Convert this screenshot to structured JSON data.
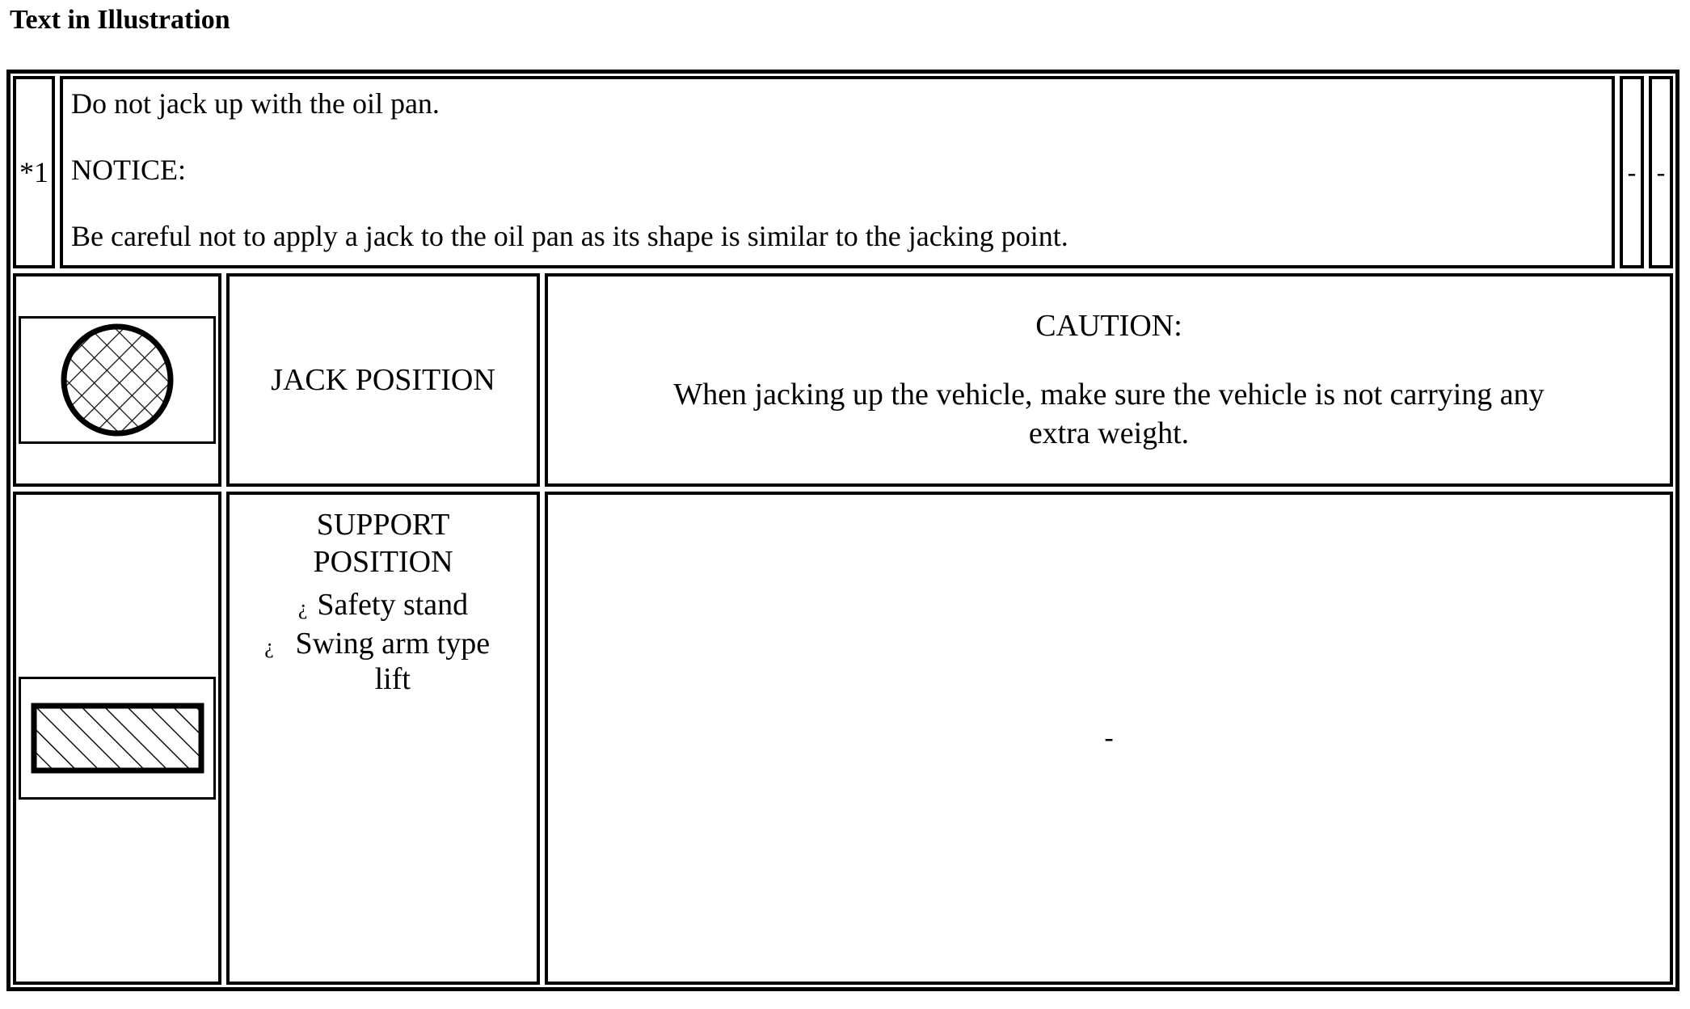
{
  "page": {
    "title": "Text in Illustration"
  },
  "table": {
    "row1": {
      "ref_label": "*1",
      "lines": [
        "Do not jack up with the oil pan.",
        "NOTICE:",
        "Be careful not to apply a jack to the oil pan as its shape is similar to the jacking point."
      ],
      "narrow_cells": [
        "-",
        "-"
      ]
    },
    "row2": {
      "icon": "jack-position-circle-hatch-icon",
      "label": "JACK POSITION",
      "caution_heading": "CAUTION:",
      "caution_body": "When jacking up the vehicle, make sure the vehicle is not carrying any extra weight."
    },
    "row3": {
      "icon": "support-position-rect-hatch-icon",
      "title_line1": "SUPPORT",
      "title_line2": "POSITION",
      "bullets": [
        {
          "mark": "¿",
          "text": "Safety stand"
        },
        {
          "mark": "¿",
          "text": "Swing arm type lift"
        }
      ],
      "value": "-"
    }
  },
  "colors": {
    "ink": "#000000",
    "paper": "#ffffff"
  }
}
